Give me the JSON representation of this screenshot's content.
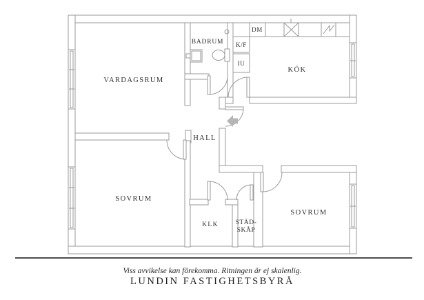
{
  "plan": {
    "rooms": {
      "vardagsrum": "VARDAGSRUM",
      "badrum": "BADRUM",
      "kok": "KÖK",
      "hall": "HALL",
      "sovrum_left": "SOVRUM",
      "sovrum_right": "SOVRUM",
      "klk": "KLK",
      "stadskap_line1": "STÄD-",
      "stadskap_line2": "SKÅP"
    },
    "appliances": {
      "dm": "DM",
      "kf": "K/F",
      "iu": "IU"
    }
  },
  "footer": {
    "disclaimer": "Viss avvikelse kan förekomma. Ritningen är ej skalenlig.",
    "agency": "LUNDIN FASTIGHETSBYRÅ"
  },
  "colors": {
    "wall_line": "#9a9a9a",
    "label": "#2e2e2e",
    "arrow": "#b5b5b5",
    "rule": "#4d4d4d"
  }
}
